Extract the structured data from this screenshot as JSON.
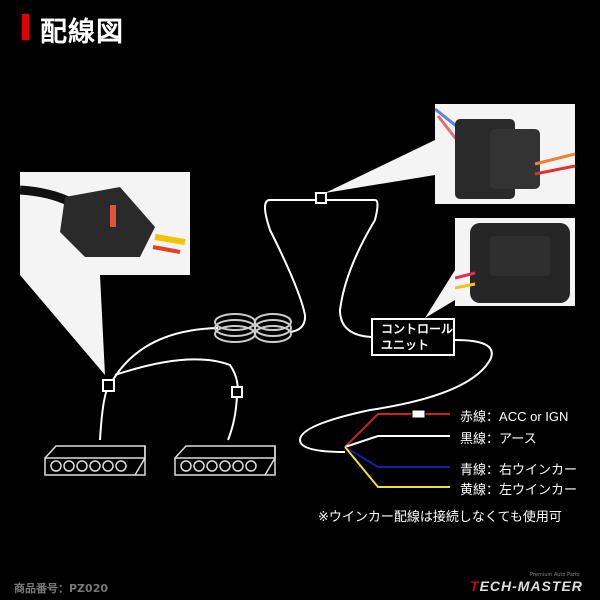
{
  "header": {
    "title": "配線図",
    "accent_color": "#e00000"
  },
  "control_unit": {
    "line1": "コントロール",
    "line2": "ユニット"
  },
  "legend": [
    {
      "wire": "赤線",
      "sep": "：",
      "desc": "ACC or IGN",
      "color": "#cc2222"
    },
    {
      "wire": "黒線",
      "sep": "：",
      "desc": "アース",
      "color": "#ffffff"
    },
    {
      "wire": "青線",
      "sep": "：",
      "desc": "右ウインカー",
      "color": "#1a1aa8"
    },
    {
      "wire": "黄線",
      "sep": "：",
      "desc": "左ウインカー",
      "color": "#f2e030"
    }
  ],
  "note": "※ウインカー配線は接続しなくても使用可",
  "footer": {
    "product_code": "商品番号：PZ020",
    "brand": "ECH-MASTER",
    "brand_initial": "T",
    "brand_tagline": "Premium Auto Parts"
  },
  "photos": [
    {
      "name": "left-connector-photo"
    },
    {
      "name": "top-right-connector-photo"
    },
    {
      "name": "control-unit-photo"
    }
  ]
}
